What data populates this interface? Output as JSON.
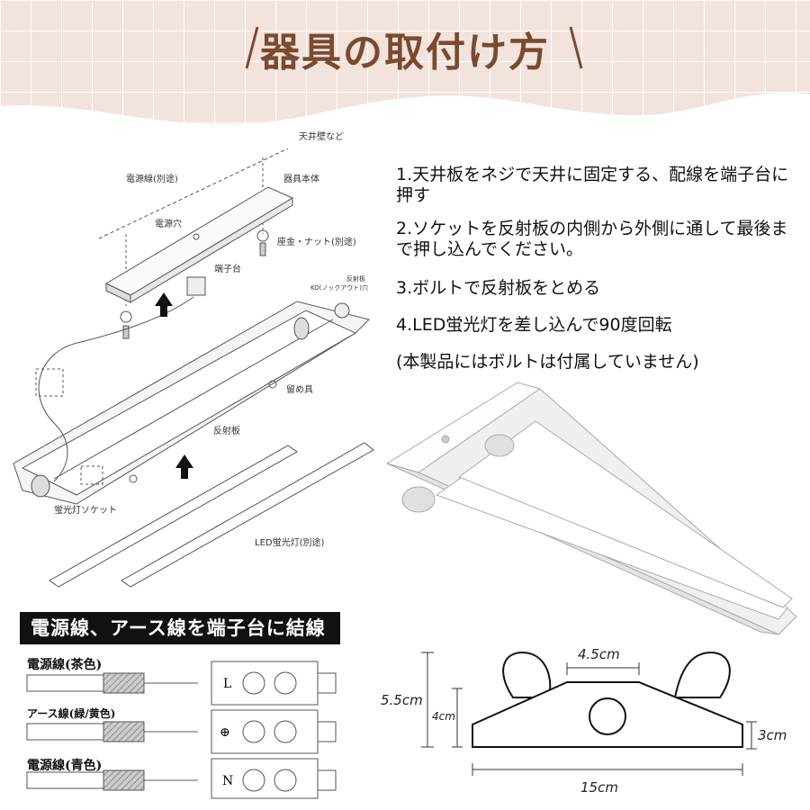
{
  "title": "器具の取付け方",
  "steps": [
    "1.天井板をネジで天井に固定する、配線を端子台に押す",
    "2.ソケットを反射板の内側から外側に通して最後まで押し込んでください。",
    "3.ボルトで反射板をとめる",
    "4.LED蛍光灯を差し込んで90度回転",
    "(本製品にはボルトは付属していません)"
  ],
  "exploded_labels": {
    "ceiling": "天井壁など",
    "power_cable": "電源線(別途)",
    "body": "器具本体",
    "power_hole": "電源穴",
    "washer_nut": "座金・ナット(別途)",
    "terminal": "端子台",
    "reflector_ko_1": "反射板",
    "reflector_ko_2": "KO(ノックアウト)穴",
    "clip": "留め具",
    "reflector": "反射板",
    "socket": "蛍光灯ソケット",
    "led_tube": "LED蛍光灯(別途)"
  },
  "wiring": {
    "title": "電源線、アース線を端子台に結線",
    "rows": [
      {
        "label": "電源線(茶色)",
        "terminal": "L"
      },
      {
        "label": "アース線(緑/黄色)",
        "terminal": "⊕"
      },
      {
        "label": "電源線(青色)",
        "terminal": "N"
      }
    ]
  },
  "dimensions": {
    "top": "4.5cm",
    "height_total": "5.5cm",
    "height_inner": "4cm",
    "side": "3cm",
    "width": "15cm"
  },
  "colors": {
    "title": "#7a4a2f",
    "header_bg": "#f2e3dd",
    "grid": "#ffffff"
  }
}
